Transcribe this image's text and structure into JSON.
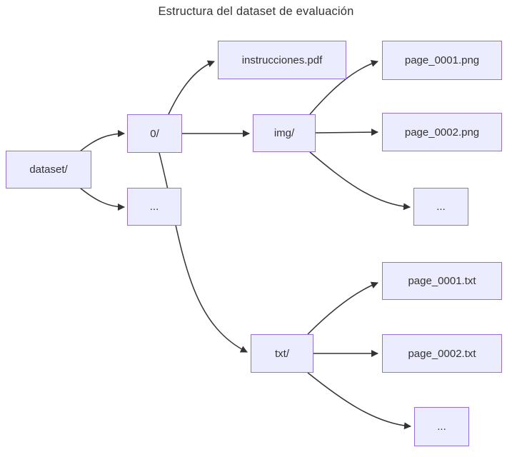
{
  "title": "Estructura del dataset de evaluación",
  "colors": {
    "background": "#ffffff",
    "node_fill": "#ECECFF",
    "node_border": "#9370DB",
    "edge": "#333333",
    "text": "#333333"
  },
  "nodes": {
    "dataset": {
      "label": "dataset/"
    },
    "zero": {
      "label": "0/"
    },
    "dots_root": {
      "label": "..."
    },
    "instrucciones": {
      "label": "instrucciones.pdf"
    },
    "img": {
      "label": "img/"
    },
    "png1": {
      "label": "page_0001.png"
    },
    "png2": {
      "label": "page_0002.png"
    },
    "dots_img": {
      "label": "..."
    },
    "txt": {
      "label": "txt/"
    },
    "txt1": {
      "label": "page_0001.txt"
    },
    "txt2": {
      "label": "page_0002.txt"
    },
    "dots_txt": {
      "label": "..."
    }
  },
  "edges": [
    {
      "from": "dataset",
      "to": "zero"
    },
    {
      "from": "dataset",
      "to": "dots_root"
    },
    {
      "from": "zero",
      "to": "instrucciones"
    },
    {
      "from": "zero",
      "to": "img"
    },
    {
      "from": "zero",
      "to": "txt"
    },
    {
      "from": "img",
      "to": "png1"
    },
    {
      "from": "img",
      "to": "png2"
    },
    {
      "from": "img",
      "to": "dots_img"
    },
    {
      "from": "txt",
      "to": "txt1"
    },
    {
      "from": "txt",
      "to": "txt2"
    },
    {
      "from": "txt",
      "to": "dots_txt"
    }
  ]
}
